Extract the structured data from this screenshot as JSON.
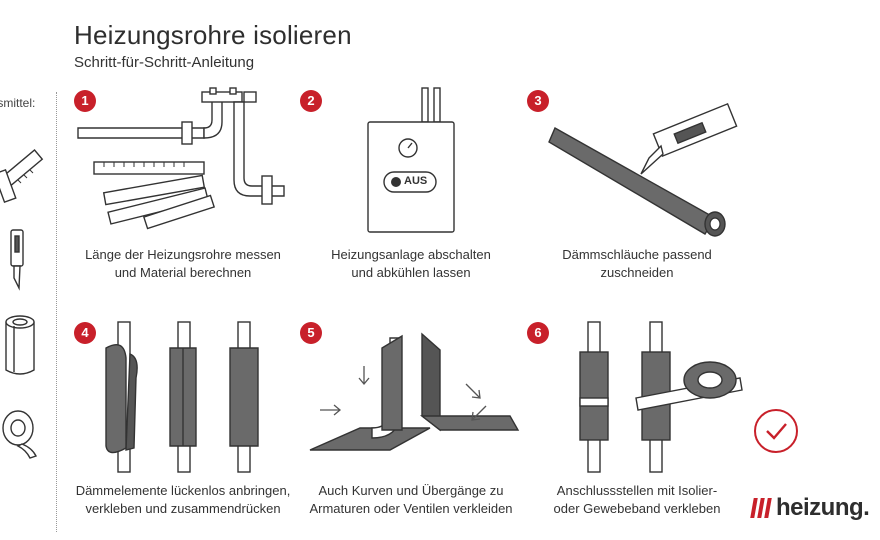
{
  "header": {
    "title": "Heizungsrohre isolieren",
    "subtitle": "Schritt-für-Schritt-Anleitung"
  },
  "sidebar": {
    "label": "fsmittel:",
    "tools": [
      "ruler-icon",
      "cutter-knife-icon",
      "insulation-tube-icon",
      "tape-roll-icon"
    ]
  },
  "steps": [
    {
      "number": "1",
      "line1": "Länge der Heizungsrohre messen",
      "line2": "und Material berechnen"
    },
    {
      "number": "2",
      "line1": "Heizungsanlage abschalten",
      "line2": "und abkühlen lassen",
      "button_label": "AUS"
    },
    {
      "number": "3",
      "line1": "Dämmschläuche passend",
      "line2": "zuschneiden"
    },
    {
      "number": "4",
      "line1": "Dämmelemente lückenlos anbringen,",
      "line2": "verkleben und zusammendrücken"
    },
    {
      "number": "5",
      "line1": "Auch Kurven und Übergänge zu",
      "line2": "Armaturen oder Ventilen verkleiden"
    },
    {
      "number": "6",
      "line1": "Anschlussstellen mit Isolier-",
      "line2": "oder Gewebeband verkleben"
    }
  ],
  "logo": {
    "text": "heizung."
  },
  "colors": {
    "accent": "#c8202a",
    "ink": "#333333",
    "insulation": "#6a6a6a"
  }
}
